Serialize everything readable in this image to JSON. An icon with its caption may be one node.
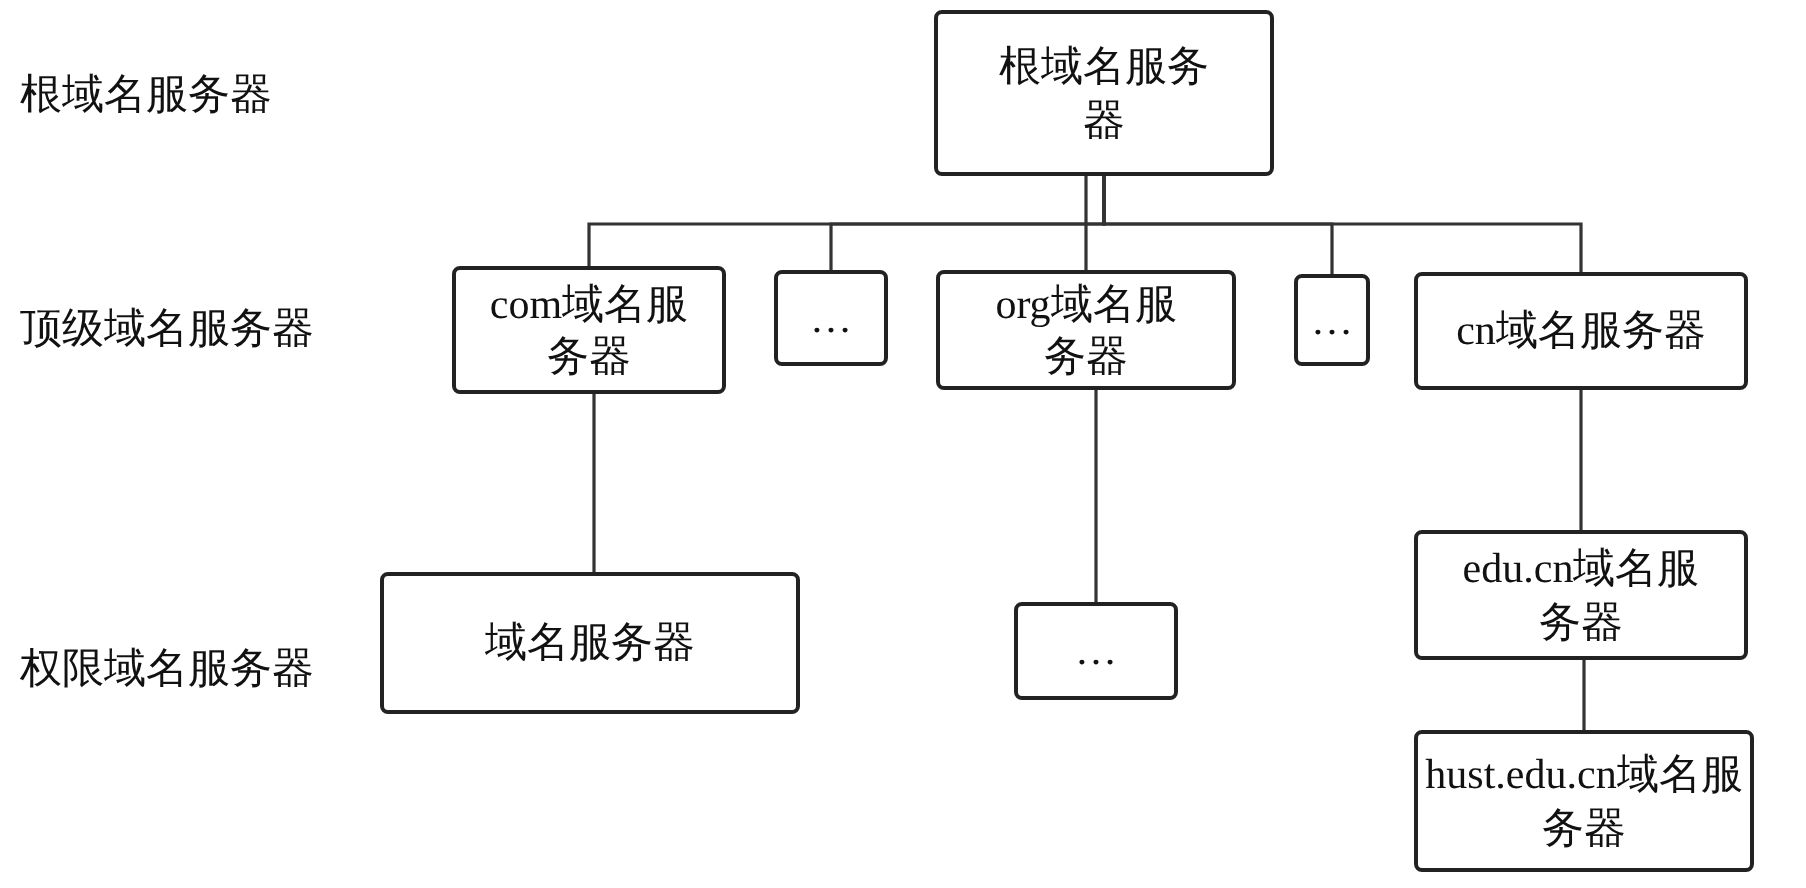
{
  "diagram": {
    "nodes": [
      {
        "text": [
          "根域名服务器"
        ]
      },
      {
        "text": [
          "com域名服务器"
        ]
      },
      {
        "text": [
          "…"
        ]
      },
      {
        "text": [
          "org域名服务器"
        ]
      },
      {
        "text": [
          "…"
        ]
      },
      {
        "text": [
          "cn域名服务器"
        ]
      },
      {
        "text": [
          "域名服务器"
        ]
      },
      {
        "text": [
          "…"
        ]
      },
      {
        "text": [
          "edu.cn域名服务器"
        ]
      },
      {
        "text": [
          "hust.edu.cn域名服务器"
        ]
      }
    ],
    "edges": [
      {
        "from": 0,
        "to": 1,
        "arrow": "none"
      },
      {
        "from": 0,
        "to": 2,
        "arrow": "none"
      },
      {
        "from": 0,
        "to": 3,
        "arrow": "none"
      },
      {
        "from": 0,
        "to": 4,
        "arrow": "none"
      },
      {
        "from": 0,
        "to": 5,
        "arrow": "none"
      },
      {
        "from": 1,
        "to": 6,
        "arrow": "none"
      },
      {
        "from": 3,
        "to": 7,
        "arrow": "none"
      },
      {
        "from": 5,
        "to": 8,
        "arrow": "none"
      },
      {
        "from": 8,
        "to": 9,
        "arrow": "none"
      }
    ],
    "labels": [
      "根域名服务器",
      "顶级域名服务器",
      "权限域名服务器"
    ]
  }
}
